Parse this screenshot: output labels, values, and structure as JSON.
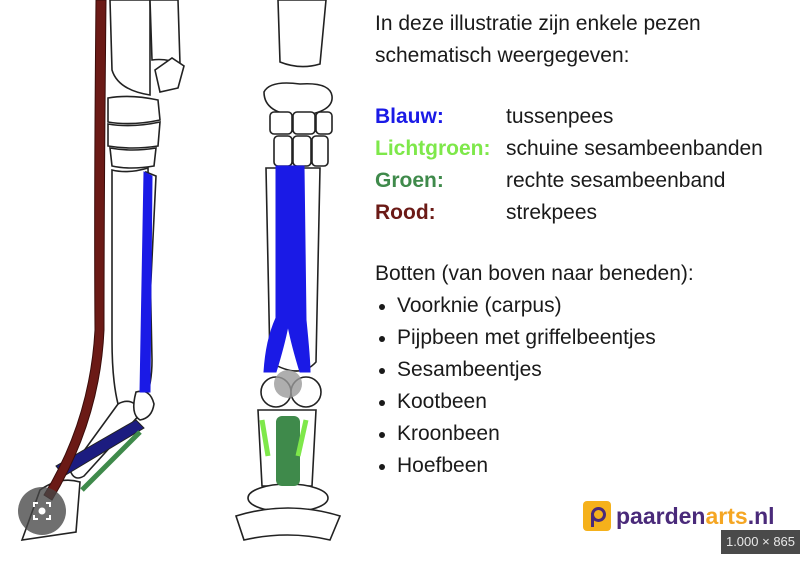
{
  "intro": "In deze illustratie zijn enkele pezen schematisch weergegeven:",
  "legend": [
    {
      "key": "Blauw:",
      "color": "#1a1ae6",
      "value": "tussenpees"
    },
    {
      "key": "Lichtgroen:",
      "color": "#7ee84a",
      "value": "schuine sesambeenbanden"
    },
    {
      "key": "Groen:",
      "color": "#3f8a4b",
      "value": "rechte sesambeenband"
    },
    {
      "key": "Rood:",
      "color": "#6b1a16",
      "value": "strekpees"
    }
  ],
  "bones": {
    "title": "Botten (van boven naar beneden):",
    "items": [
      "Voorknie (carpus)",
      "Pijpbeen met griffelbeentjes",
      "Sesambeentjes",
      "Kootbeen",
      "Kroonbeen",
      "Hoefbeen"
    ]
  },
  "brand": {
    "part1": "paarden",
    "part2": "arts",
    "part3": ".nl",
    "color_main": "#4a2a7a",
    "color_accent": "#f5a623"
  },
  "badge": "1.000 × 865"
}
